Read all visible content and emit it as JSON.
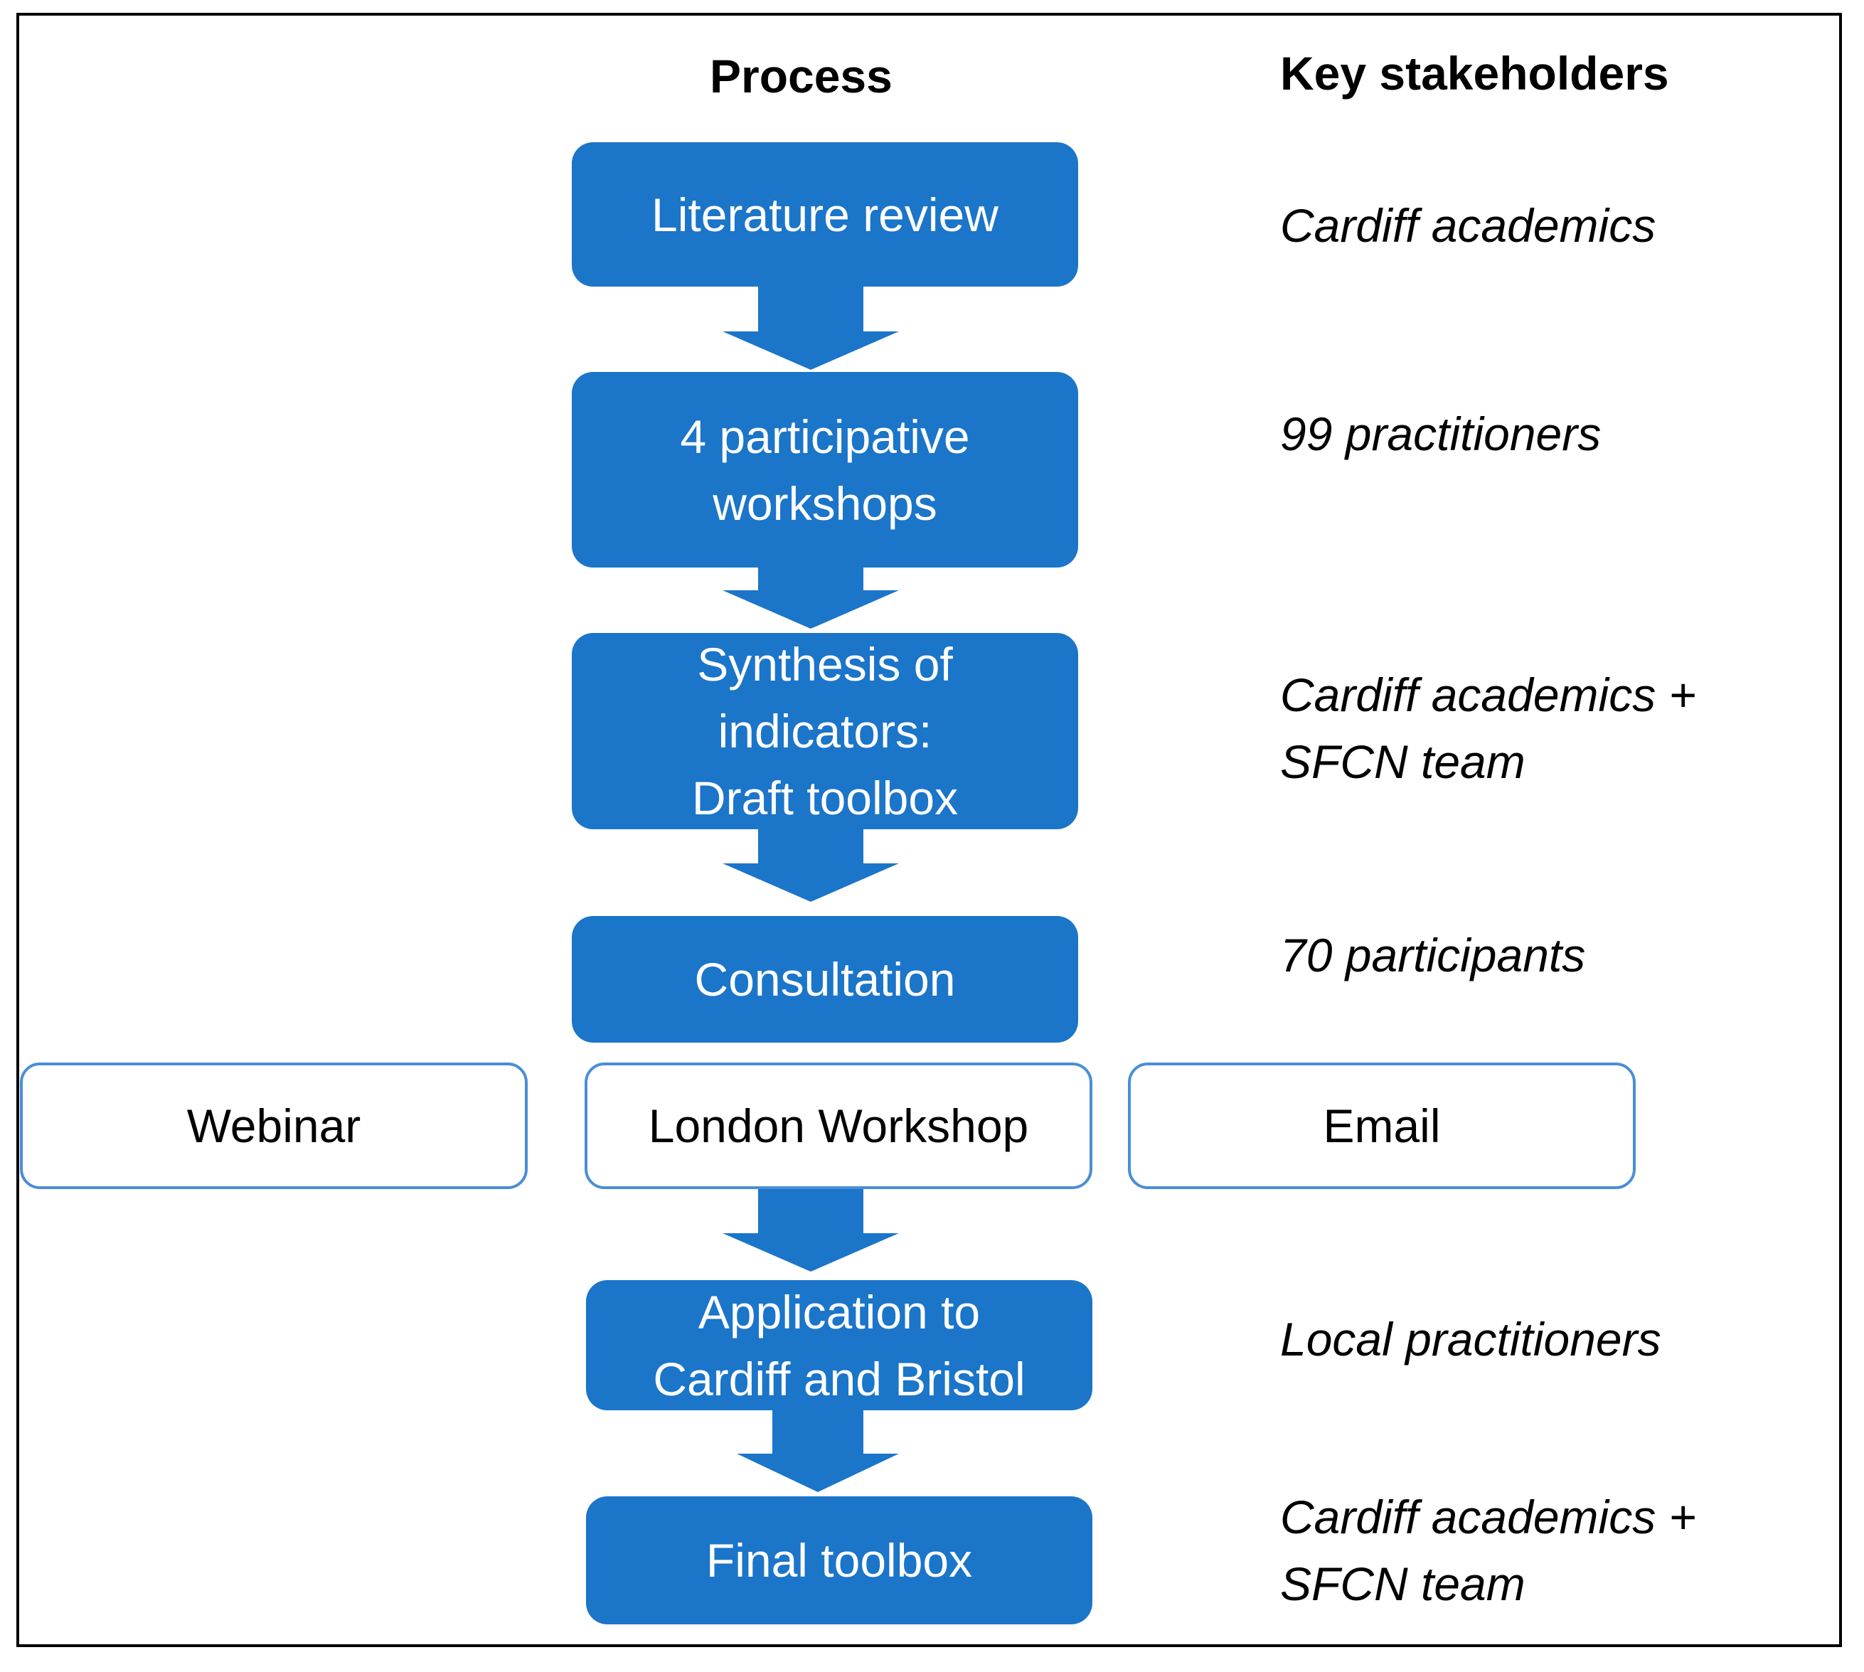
{
  "headers": {
    "process": "Process",
    "stakeholders": "Key stakeholders"
  },
  "steps": [
    {
      "label": "Literature review",
      "stakeholders": "Cardiff academics"
    },
    {
      "label": "4 participative\nworkshops",
      "stakeholders": "99 practitioners"
    },
    {
      "label": "Synthesis of\nindicators:\nDraft toolbox",
      "stakeholders": "Cardiff academics +\nSFCN team"
    },
    {
      "label": "Consultation",
      "stakeholders": "70 participants"
    },
    {
      "label": "Application to\nCardiff and Bristol",
      "stakeholders": "Local practitioners"
    },
    {
      "label": "Final toolbox",
      "stakeholders": "Cardiff academics +\nSFCN team"
    }
  ],
  "consultation_channels": [
    "Webinar",
    "London Workshop",
    "Email"
  ],
  "colors": {
    "step_fill": "#1b75c9",
    "step_text": "#ffffff",
    "channel_border": "#4a8ed6"
  }
}
